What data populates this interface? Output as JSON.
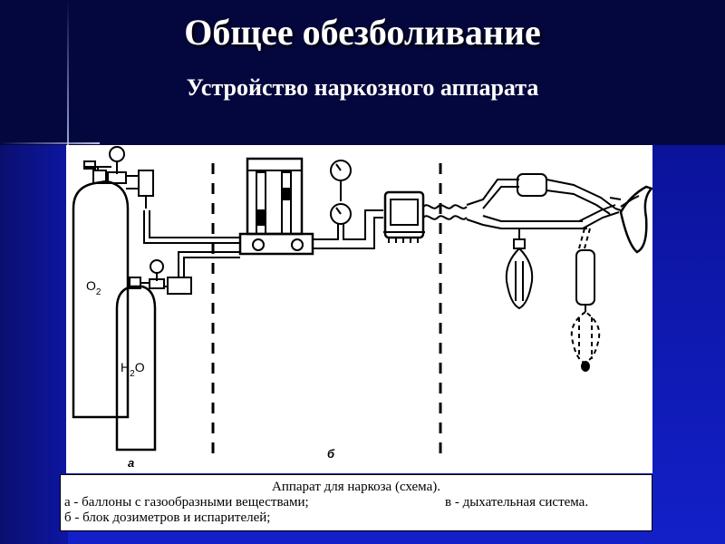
{
  "slide": {
    "title": "Общее обезболивание",
    "subtitle": "Устройство наркозного аппарата"
  },
  "figure": {
    "labels": {
      "o2": "O",
      "o2_sub": "2",
      "h2o_h": "H",
      "h2o_sub": "2",
      "h2o_o": "O",
      "section_a": "а",
      "section_b": "б"
    }
  },
  "caption": {
    "title": "Аппарат для наркоза (схема).",
    "line_a": "а - баллоны с газообразными веществами;",
    "line_c": "в - дыхательная система.",
    "line_b": "б - блок дозиметров и испарителей;"
  }
}
